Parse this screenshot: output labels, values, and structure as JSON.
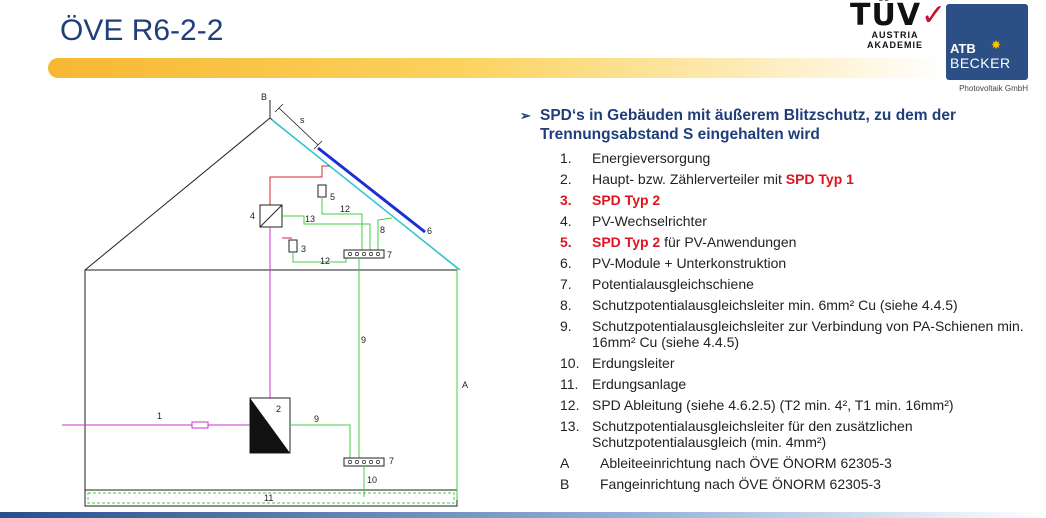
{
  "header": {
    "title": "ÖVE R6-2-2",
    "tuv_mark": "TÜV",
    "tuv_line1": "AUSTRIA",
    "tuv_line2": "AKADEMIE",
    "atb_name": "ATB",
    "atb_sub": "BECKER",
    "atb_tag": "Photovoltaik GmbH"
  },
  "diagram": {
    "labels": {
      "B": "B",
      "s": "s",
      "n1": "1",
      "n2": "2",
      "n3": "3",
      "n4": "4",
      "n5": "5",
      "n6": "6",
      "n7a": "7",
      "n7b": "7",
      "n8": "8",
      "n9a": "9",
      "n9b": "9",
      "n10": "10",
      "n11": "11",
      "n12a": "12",
      "n12b": "12",
      "n13": "13",
      "A": "A"
    },
    "colors": {
      "roof_blue": "#1a2fd6",
      "roof_cyan": "#2ec8d8",
      "red": "#d8232a",
      "magenta": "#cc33cc",
      "green": "#44cc44",
      "black": "#222222"
    }
  },
  "content": {
    "heading": "SPD‘s in Gebäuden mit äußerem Blitzschutz, zu dem der Trennungsabstand S eingehalten wird",
    "items": [
      {
        "num": "1.",
        "text": "Energieversorgung"
      },
      {
        "num": "2.",
        "pre": "Haupt- bzw. Zählerverteiler mit ",
        "red": "SPD Typ 1"
      },
      {
        "num": "3.",
        "red": "SPD Typ 2"
      },
      {
        "num": "4.",
        "text": "PV-Wechselrichter"
      },
      {
        "num": "5.",
        "red": "SPD Typ 2",
        "post": " für PV-Anwendungen"
      },
      {
        "num": "6.",
        "text": "PV-Module + Unterkonstruktion"
      },
      {
        "num": "7.",
        "text": "Potentialausgleichschiene"
      },
      {
        "num": "8.",
        "text": "Schutzpotentialausgleichsleiter min. 6mm² Cu (siehe 4.4.5)"
      },
      {
        "num": "9.",
        "text": "Schutzpotentialausgleichsleiter zur Verbindung von PA-Schienen min. 16mm² Cu (siehe 4.4.5)"
      },
      {
        "num": "10.",
        "text": "Erdungsleiter"
      },
      {
        "num": "11.",
        "text": "Erdungsanlage"
      },
      {
        "num": "12.",
        "text": "SPD Ableitung (siehe 4.6.2.5) (T2 min. 4², T1 min. 16mm²)"
      },
      {
        "num": "13.",
        "text": "Schutzpotentialausgleichsleiter für den zusätzlichen Schutzpotentialausgleich (min. 4mm²)"
      },
      {
        "num": "A",
        "text": "Ableiteeinrichtung nach ÖVE ÖNORM 62305-3"
      },
      {
        "num": "B",
        "text": "Fangeinrichtung nach ÖVE ÖNORM 62305-3"
      }
    ]
  }
}
